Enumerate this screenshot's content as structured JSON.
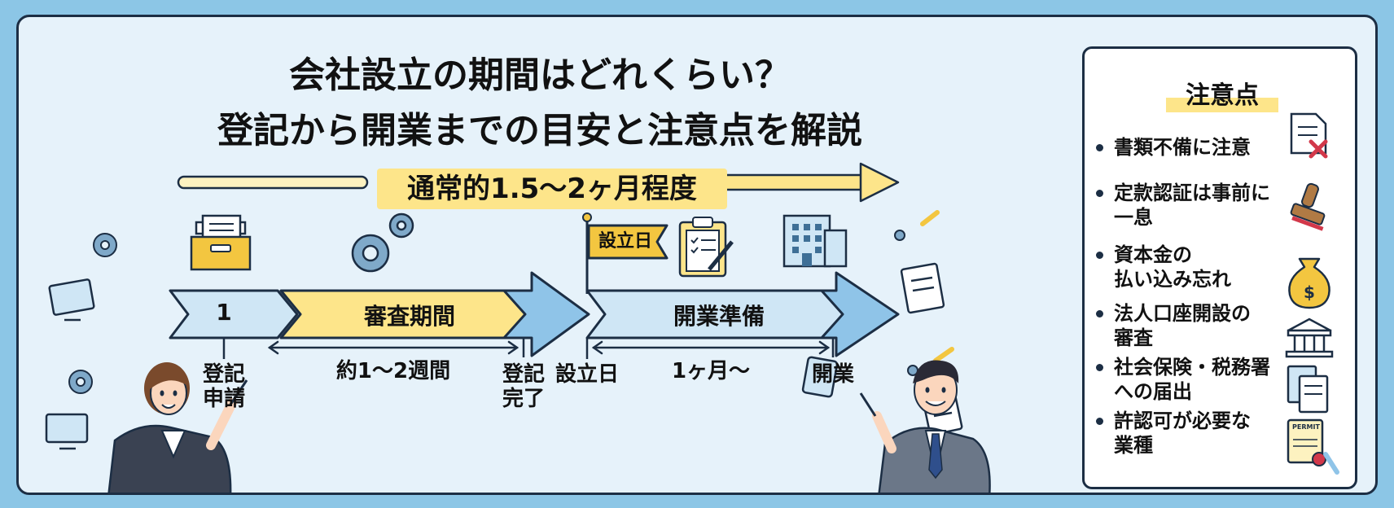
{
  "title": {
    "line1": "会社設立の期間はどれくらい？",
    "line2": "登記から開業までの目安と注意点を解説"
  },
  "duration_label": "通常的1.5〜2ヶ月程度",
  "timeline": {
    "step1_number": "1",
    "phase_review": "審査期間",
    "phase_prep": "開業準備",
    "flag_label": "設立日",
    "milestones": {
      "apply_line1": "登記",
      "apply_line2": "申請",
      "complete_line1": "登記",
      "complete_line2": "完了",
      "founding": "設立日",
      "opening": "開業"
    },
    "spans": {
      "review": "約1〜2週間",
      "prep": "1ヶ月〜"
    }
  },
  "notes_panel": {
    "title": "注意点",
    "items": [
      {
        "line1": "書類不備に注意",
        "line2": "",
        "icon": "document-x-icon"
      },
      {
        "line1": "定款認証は事前に",
        "line2": "一息",
        "icon": "stamp-icon"
      },
      {
        "line1": "資本金の",
        "line2": "払い込み忘れ",
        "icon": "money-bag-icon"
      },
      {
        "line1": "法人口座開設の",
        "line2": "審査",
        "icon": "bank-icon"
      },
      {
        "line1": "社会保険・税務署",
        "line2": "への届出",
        "icon": "documents-icon"
      },
      {
        "line1": "許認可が必要な",
        "line2": "業種",
        "icon": "permit-icon"
      }
    ],
    "permit_text": "PERMIT"
  },
  "colors": {
    "background": "#8cc6e6",
    "panel_bg": "#e6f2fa",
    "navy": "#1c2e44",
    "blue": "#8fc4e8",
    "light_blue": "#cfe6f5",
    "yellow": "#fde58a",
    "gold": "#f3c640"
  }
}
